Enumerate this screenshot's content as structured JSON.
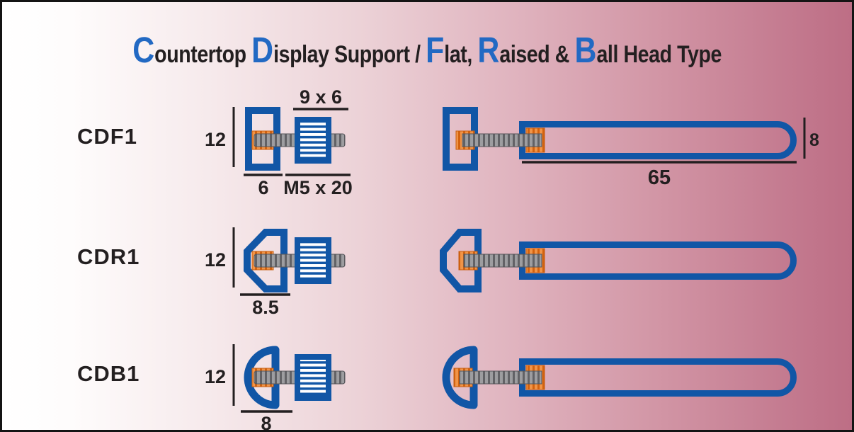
{
  "title": {
    "segments": [
      {
        "text": "C",
        "accent": true
      },
      {
        "text": "ountertop ",
        "accent": false
      },
      {
        "text": "D",
        "accent": true
      },
      {
        "text": "isplay Support / ",
        "accent": false
      },
      {
        "text": "F",
        "accent": true
      },
      {
        "text": "lat, ",
        "accent": false
      },
      {
        "text": "R",
        "accent": true
      },
      {
        "text": "aised & ",
        "accent": false
      },
      {
        "text": "B",
        "accent": true
      },
      {
        "text": "all Head Type",
        "accent": false
      }
    ]
  },
  "rows": [
    {
      "label": "CDF1",
      "head_type": "flat",
      "front_dims": {
        "height": "12",
        "width": "6",
        "knob": "9 x 6",
        "thread": "M5 x 20"
      },
      "side_dims": {
        "diameter": "8",
        "length": "65"
      }
    },
    {
      "label": "CDR1",
      "head_type": "raised",
      "front_dims": {
        "height": "12",
        "width": "8.5"
      }
    },
    {
      "label": "CDB1",
      "head_type": "ball",
      "front_dims": {
        "height": "12",
        "width": "8"
      }
    }
  ],
  "colors": {
    "part_blue": "#1156a6",
    "title_accent_blue": "#2269c3",
    "thread_orange": "#e8822b",
    "thread_gray": "#9d9da0",
    "text_dark": "#231f20"
  }
}
